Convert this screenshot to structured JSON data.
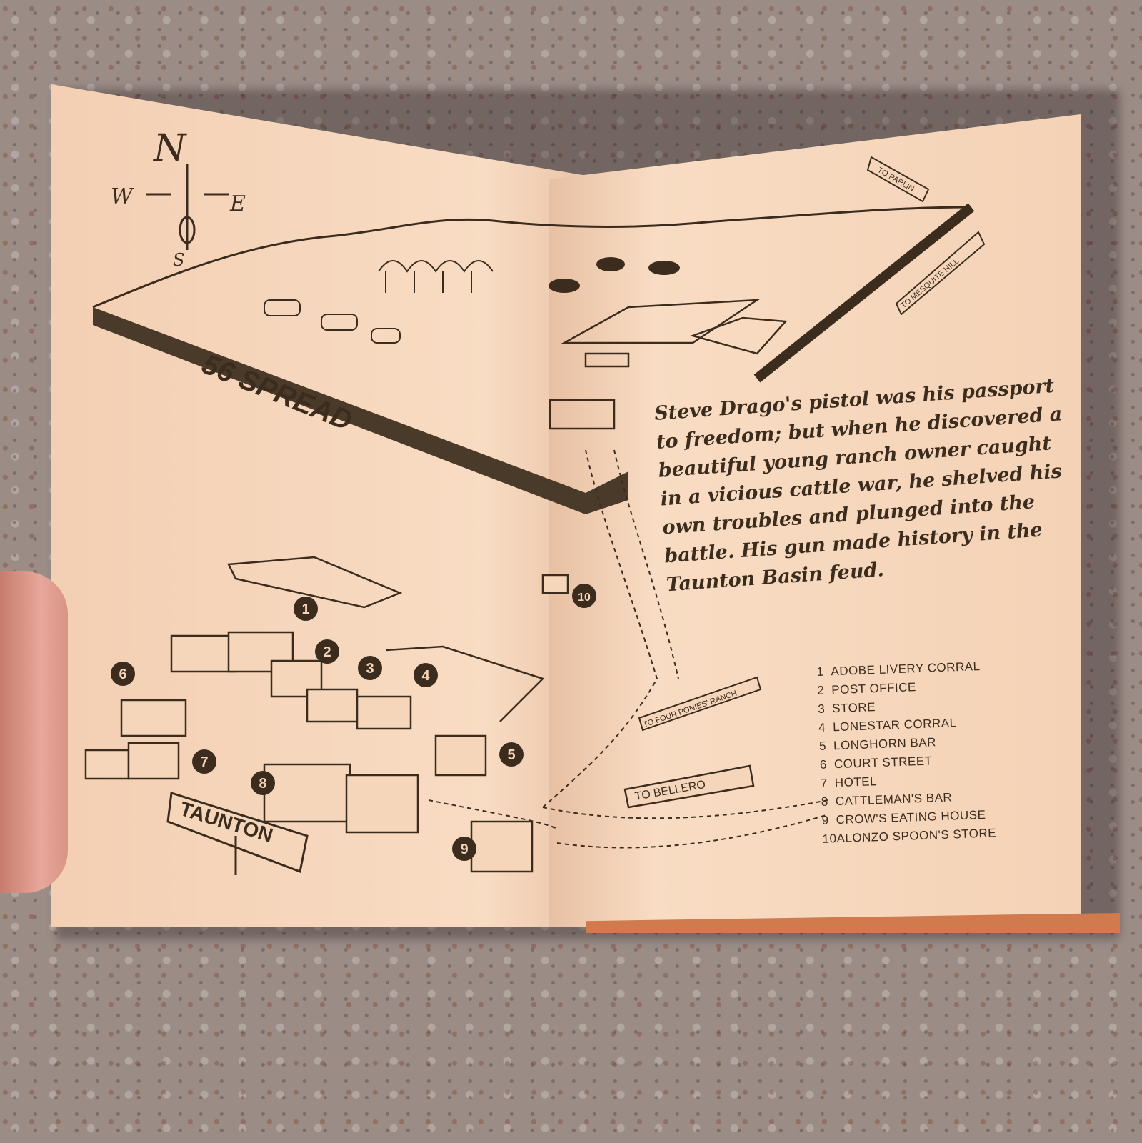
{
  "compass": {
    "north": "N",
    "west": "W",
    "east": "E",
    "south": "S"
  },
  "map_labels": {
    "spread": "56 SPREAD",
    "town_sign": "TAUNTON",
    "to_parlin": "TO PARLIN",
    "to_mesquite_hill": "TO MESQUITE HILL",
    "to_four_ponies_ranch": "TO FOUR PONIES' RANCH",
    "to_bellero": "TO BELLERO"
  },
  "blurb": "Steve Drago's pistol was his passport to freedom; but when he discovered a beautiful young ranch owner caught in a vicious cattle war, he shelved his own troubles and plunged into the battle. His gun made history in the Taunton Basin feud.",
  "markers": [
    "1",
    "2",
    "3",
    "4",
    "5",
    "6",
    "7",
    "8",
    "9",
    "10"
  ],
  "legend": [
    {
      "num": "1",
      "label": "ADOBE LIVERY CORRAL"
    },
    {
      "num": "2",
      "label": "POST OFFICE"
    },
    {
      "num": "3",
      "label": "STORE"
    },
    {
      "num": "4",
      "label": "LONESTAR CORRAL"
    },
    {
      "num": "5",
      "label": "LONGHORN BAR"
    },
    {
      "num": "6",
      "label": "COURT STREET"
    },
    {
      "num": "7",
      "label": "HOTEL"
    },
    {
      "num": "8",
      "label": "CATTLEMAN'S BAR"
    },
    {
      "num": "9",
      "label": "CROW'S EATING HOUSE"
    },
    {
      "num": "10",
      "label": "ALONZO SPOON'S STORE"
    }
  ],
  "colors": {
    "ink": "#3b2c1e",
    "paper": "#f6d6bb",
    "countertop": "#9b8c86"
  }
}
